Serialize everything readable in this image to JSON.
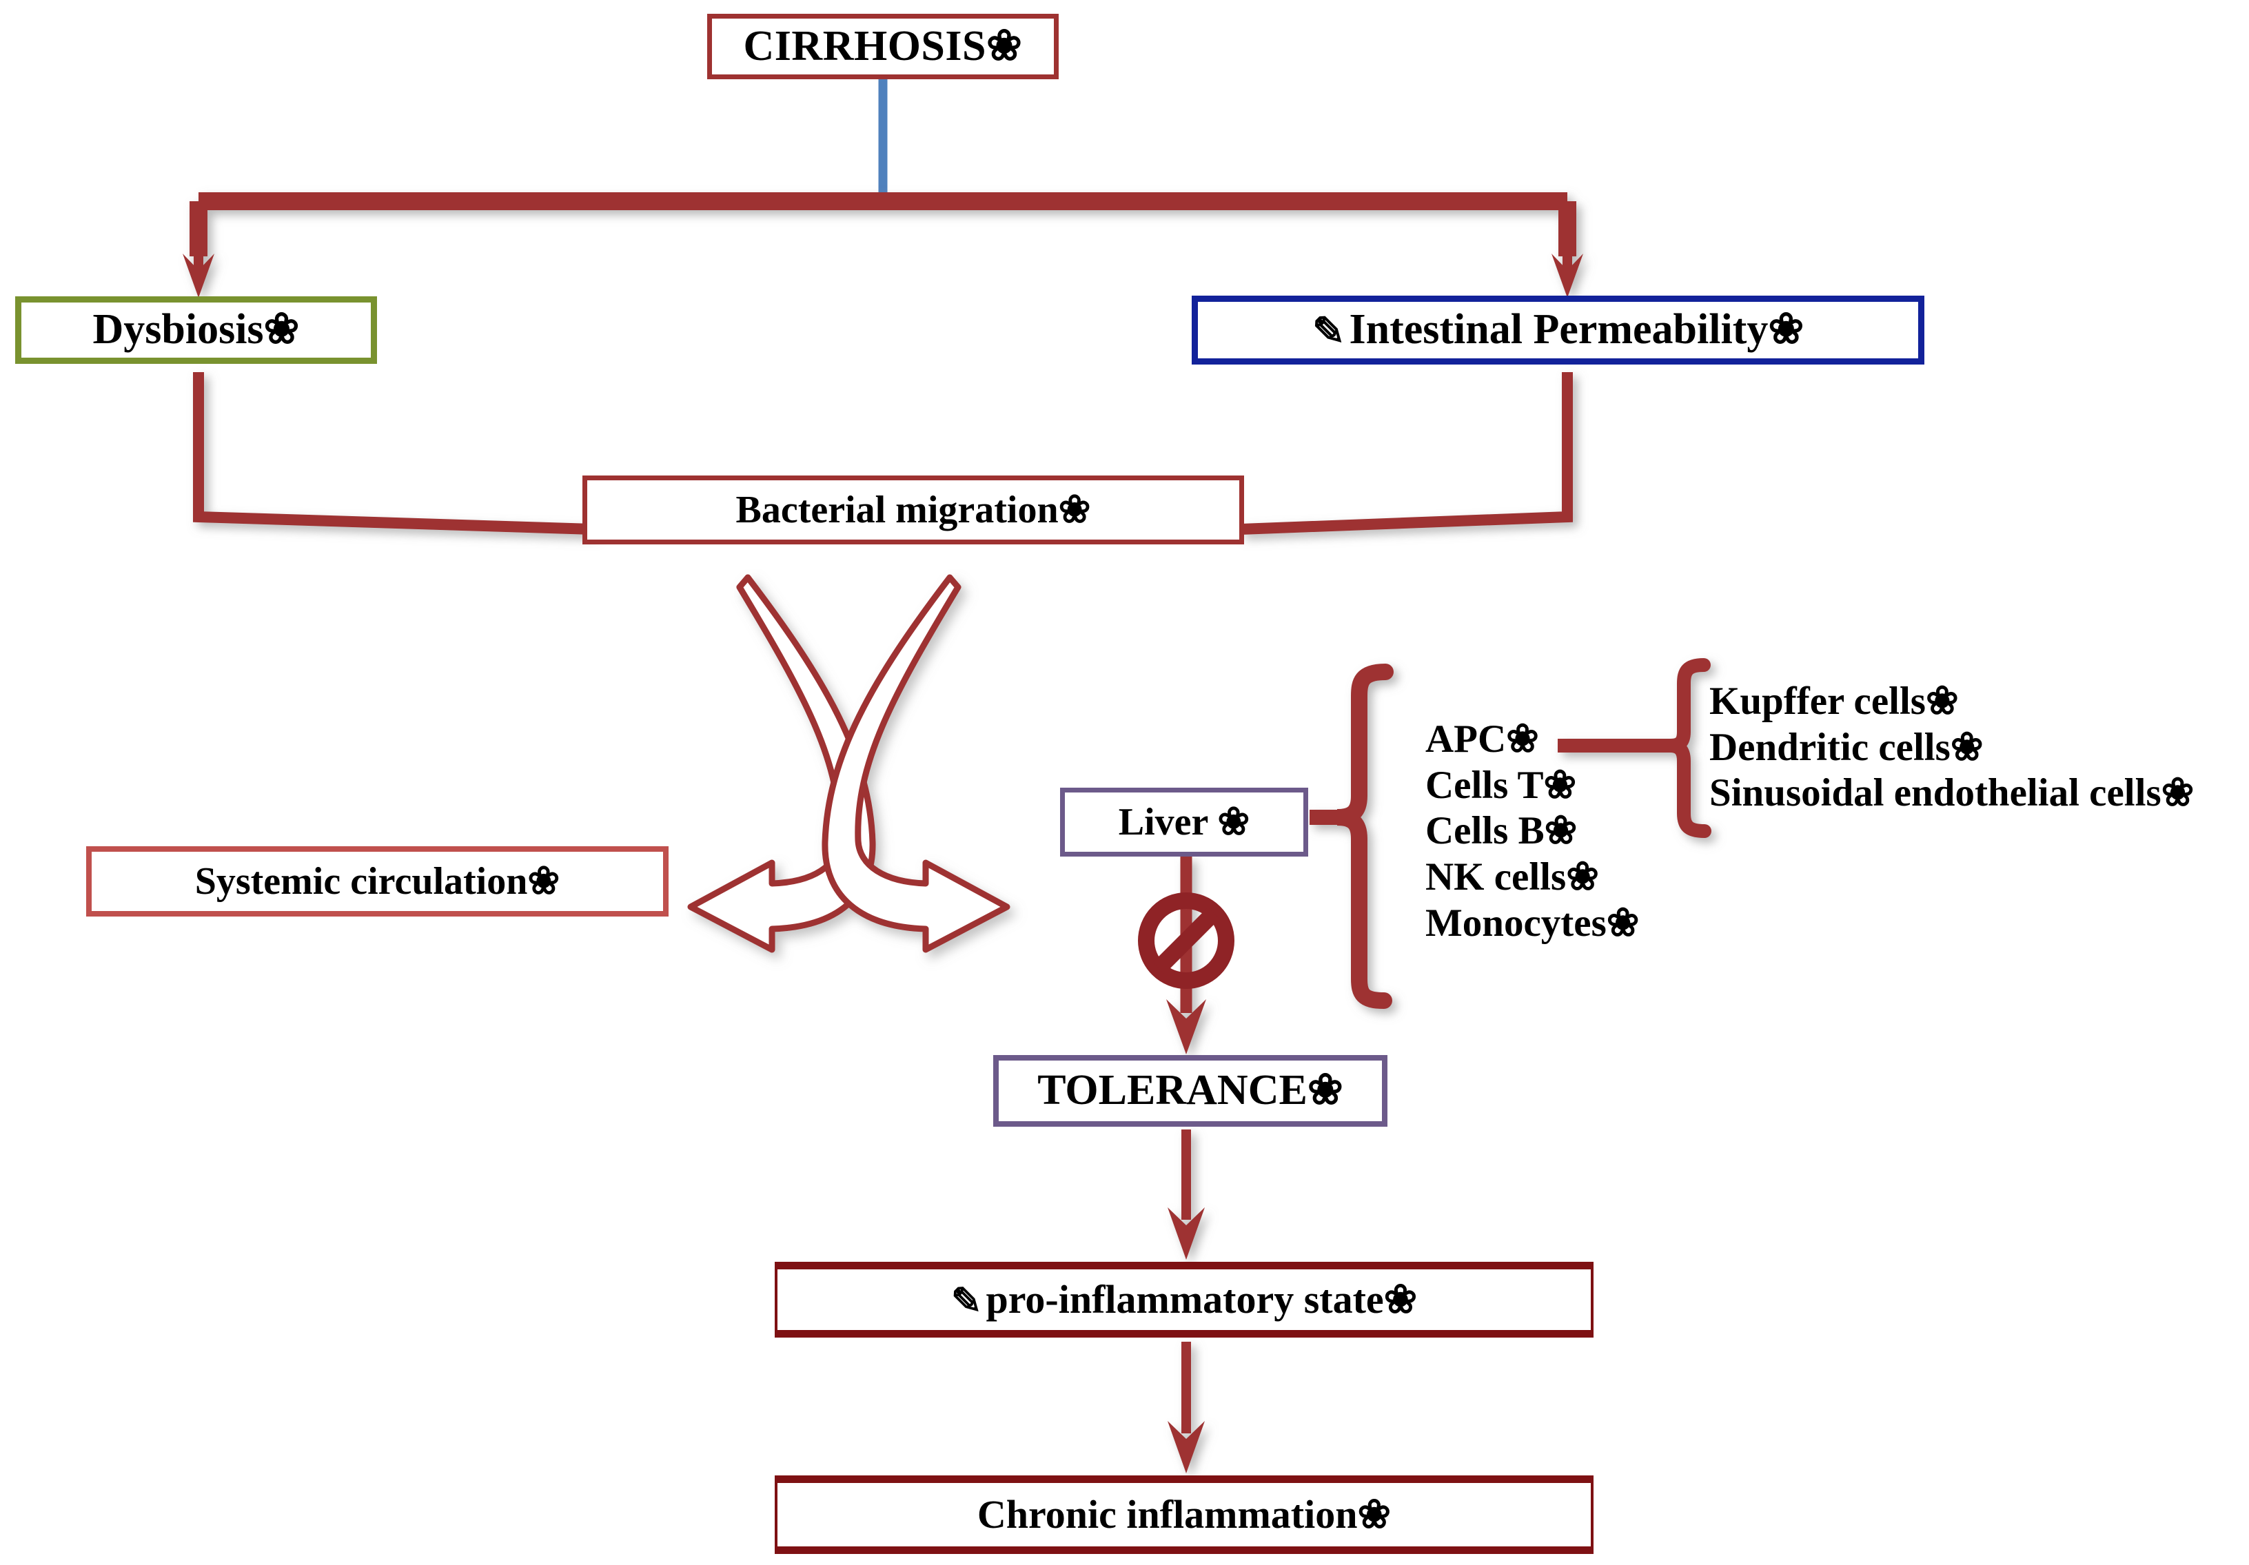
{
  "diagram": {
    "title_node": "CIRRHOSIS❀",
    "nodes": {
      "cirrhosis": {
        "label": "CIRRHOSIS❀",
        "border_color": "#9e3231"
      },
      "dysbiosis": {
        "label": "Dysbiosis❀",
        "border_color": "#79922f"
      },
      "intestinal_permeability": {
        "label": "Intestinal Permeability❀",
        "icon": "pencil-icon",
        "icon_glyph": "✎",
        "border_color": "#12229a"
      },
      "bacterial_migration": {
        "label": "Bacterial migration❀",
        "border_color": "#9e3231"
      },
      "systemic_circulation": {
        "label": "Systemic circulation❀",
        "border_color": "#c0504d"
      },
      "liver": {
        "label": "Liver ❀",
        "border_color": "#6c5a8a"
      },
      "tolerance": {
        "label": "TOLERANCE❀",
        "border_color": "#6c5a8a"
      },
      "pro_inflammatory_state": {
        "label": "pro-inflammatory state❀",
        "icon": "pencil-icon",
        "icon_glyph": "✎",
        "border_color": "#7e1113"
      },
      "chronic_inflammation": {
        "label": "Chronic inflammation❀",
        "border_color": "#7e1113"
      }
    },
    "immune_cells": [
      "APC❀",
      "Cells T❀",
      "Cells B❀",
      "NK cells❀",
      "Monocytes❀"
    ],
    "apc_types": [
      "Kupffer cells❀",
      "Dendritic cells❀",
      "Sinusoidal endothelial cells❀"
    ],
    "connectors": {
      "cirrhosis_stem_color": "#4f81bd",
      "arrow_color": "#9e3231",
      "brace_color": "#9e3231",
      "curved_arrow_outline": "#9e3231",
      "curved_arrow_fill": "#ffffff",
      "block_icon": "no-entry-icon",
      "block_icon_color": "#8f2326"
    }
  }
}
